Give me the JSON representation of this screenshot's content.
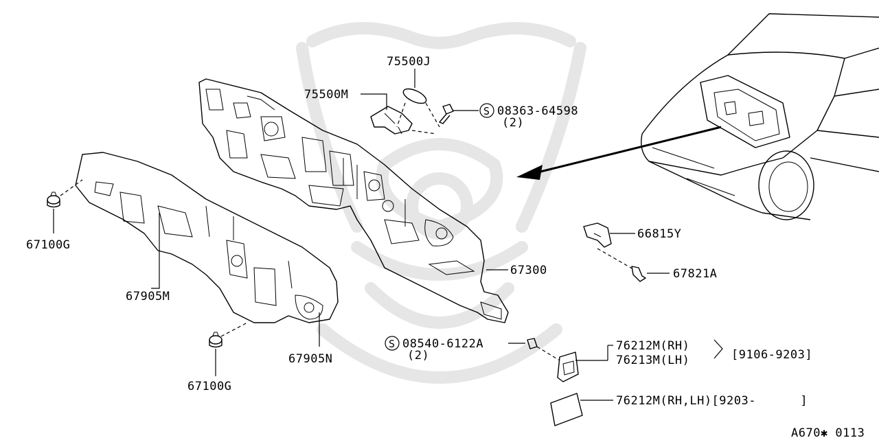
{
  "diagram": {
    "callouts": {
      "p75500j": "75500J",
      "p75500m": "75500M",
      "p08363_part": "08363-64598",
      "p08363_qty": "(2)",
      "p67100g_top": "67100G",
      "p67905m": "67905M",
      "p67300": "67300",
      "p66815y": "66815Y",
      "p67821a": "67821A",
      "p08540_part": "08540-6122A",
      "p08540_qty": "(2)",
      "p67905n": "67905N",
      "p67100g_bottom": "67100G",
      "p76212m_rh": "76212M(RH)",
      "p76213m_lh": "76213M(LH)",
      "p_date_range_1": "[9106-9203]",
      "p76212m_rhlh": "76212M(RH,LH)[9203-      ]"
    },
    "screw_symbol": "S",
    "diagram_code": "A670✱ 0113"
  }
}
